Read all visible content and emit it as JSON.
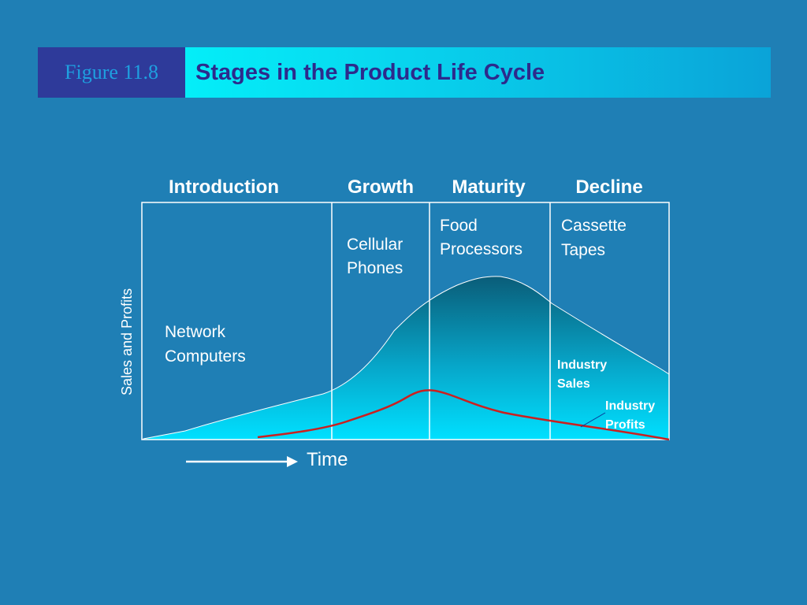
{
  "header": {
    "figure_label": "Figure 11.8",
    "title": "Stages in the Product Life Cycle"
  },
  "stages": [
    {
      "name": "Introduction",
      "example_line1": "Network",
      "example_line2": "Computers"
    },
    {
      "name": "Growth",
      "example_line1": "Cellular",
      "example_line2": "Phones"
    },
    {
      "name": "Maturity",
      "example_line1": "Food",
      "example_line2": "Processors"
    },
    {
      "name": "Decline",
      "example_line1": "Cassette",
      "example_line2": "Tapes"
    }
  ],
  "axes": {
    "y_label": "Sales and Profits",
    "x_label": "Time"
  },
  "curves": {
    "sales_line1": "Industry",
    "sales_line2": "Sales",
    "profits_line1": "Industry",
    "profits_line2": "Profits"
  },
  "colors": {
    "background": "#1f7fb5",
    "sales_fill_top": "#0a5c78",
    "sales_fill_bottom": "#00e0ff",
    "profit_line": "#cc1f1f",
    "title_text": "#2d2a8c",
    "figure_box": "#2e3a9a"
  }
}
